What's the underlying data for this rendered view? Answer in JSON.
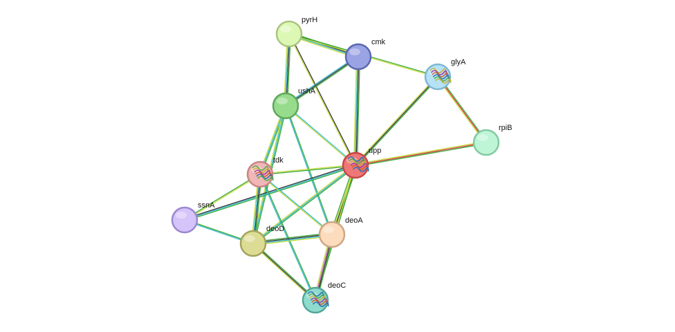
{
  "network": {
    "nodes": [
      {
        "id": "pyrH",
        "label": "pyrH",
        "fill": "#ddf8b4",
        "stroke": "#a9c47f",
        "structure": false
      },
      {
        "id": "cmk",
        "label": "cmk",
        "fill": "#9aa3e3",
        "stroke": "#5c67b0",
        "structure": false
      },
      {
        "id": "glyA",
        "label": "glyA",
        "fill": "#b6e2f5",
        "stroke": "#7fb7d4",
        "structure": true
      },
      {
        "id": "ushA",
        "label": "ushA",
        "fill": "#97dc8d",
        "stroke": "#5fa85a",
        "structure": false
      },
      {
        "id": "rpiB",
        "label": "rpiB",
        "fill": "#bdf5d6",
        "stroke": "#84c9a1",
        "structure": false
      },
      {
        "id": "upp",
        "label": "upp",
        "fill": "#ef7777",
        "stroke": "#c84646",
        "structure": true
      },
      {
        "id": "tdk",
        "label": "tdk",
        "fill": "#f1b6b6",
        "stroke": "#c98585",
        "structure": true
      },
      {
        "id": "ssnA",
        "label": "ssnA",
        "fill": "#d5c4fa",
        "stroke": "#9b87cf",
        "structure": false
      },
      {
        "id": "deoD",
        "label": "deoD",
        "fill": "#dcdc94",
        "stroke": "#a3a35b",
        "structure": false
      },
      {
        "id": "deoA",
        "label": "deoA",
        "fill": "#fcdcbd",
        "stroke": "#cda682",
        "structure": false
      },
      {
        "id": "deoC",
        "label": "deoC",
        "fill": "#8fdccf",
        "stroke": "#52a699",
        "structure": true
      }
    ],
    "edges": [
      {
        "source": "pyrH",
        "target": "cmk",
        "colors": [
          "#3aa83a",
          "#333333",
          "#2cb7c9",
          "#c6dc3c"
        ]
      },
      {
        "source": "pyrH",
        "target": "ushA",
        "colors": [
          "#3aa83a",
          "#333333",
          "#2cb7c9",
          "#c6dc3c"
        ]
      },
      {
        "source": "pyrH",
        "target": "upp",
        "colors": [
          "#333333",
          "#c6dc3c"
        ]
      },
      {
        "source": "pyrH",
        "target": "glyA",
        "colors": [
          "#3aa83a",
          "#c6dc3c"
        ]
      },
      {
        "source": "cmk",
        "target": "ushA",
        "colors": [
          "#3aa83a",
          "#333333",
          "#2cb7c9"
        ]
      },
      {
        "source": "cmk",
        "target": "upp",
        "colors": [
          "#3aa83a",
          "#333333",
          "#2cb7c9",
          "#c6dc3c"
        ]
      },
      {
        "source": "glyA",
        "target": "rpiB",
        "colors": [
          "#3aa83a",
          "#d03030",
          "#c6dc3c"
        ]
      },
      {
        "source": "glyA",
        "target": "upp",
        "colors": [
          "#3aa83a",
          "#333333",
          "#c6dc3c"
        ]
      },
      {
        "source": "rpiB",
        "target": "upp",
        "colors": [
          "#3aa83a",
          "#d03030",
          "#c6dc3c"
        ]
      },
      {
        "source": "ushA",
        "target": "upp",
        "colors": [
          "#2cb7c9",
          "#c6dc3c"
        ]
      },
      {
        "source": "ushA",
        "target": "tdk",
        "colors": [
          "#3aa83a",
          "#2cb7c9",
          "#c6dc3c"
        ]
      },
      {
        "source": "ushA",
        "target": "deoD",
        "colors": [
          "#3aa83a",
          "#2cb7c9",
          "#c6dc3c"
        ]
      },
      {
        "source": "ushA",
        "target": "deoA",
        "colors": [
          "#3aa83a",
          "#2cb7c9"
        ]
      },
      {
        "source": "upp",
        "target": "tdk",
        "colors": [
          "#3aa83a",
          "#c6dc3c"
        ]
      },
      {
        "source": "upp",
        "target": "ssnA",
        "colors": [
          "#3aa83a",
          "#2cb7c9",
          "#333333"
        ]
      },
      {
        "source": "upp",
        "target": "deoD",
        "colors": [
          "#3aa83a",
          "#2cb7c9",
          "#c6dc3c"
        ]
      },
      {
        "source": "upp",
        "target": "deoA",
        "colors": [
          "#3aa83a",
          "#333333",
          "#c6dc3c",
          "#3aa83a"
        ]
      },
      {
        "source": "upp",
        "target": "deoC",
        "colors": [
          "#3aa83a",
          "#c6dc3c"
        ]
      },
      {
        "source": "tdk",
        "target": "ssnA",
        "colors": [
          "#c6dc3c",
          "#3aa83a"
        ]
      },
      {
        "source": "tdk",
        "target": "deoD",
        "colors": [
          "#3aa83a",
          "#333333",
          "#2cb7c9",
          "#c6dc3c"
        ]
      },
      {
        "source": "tdk",
        "target": "deoA",
        "colors": [
          "#2cb7c9",
          "#c6dc3c"
        ]
      },
      {
        "source": "tdk",
        "target": "deoC",
        "colors": [
          "#3aa83a",
          "#2cb7c9"
        ]
      },
      {
        "source": "ssnA",
        "target": "deoD",
        "colors": [
          "#3aa83a",
          "#2cb7c9"
        ]
      },
      {
        "source": "deoD",
        "target": "deoA",
        "colors": [
          "#3aa83a",
          "#333333",
          "#2cb7c9",
          "#c6dc3c"
        ]
      },
      {
        "source": "deoD",
        "target": "deoC",
        "colors": [
          "#3aa83a",
          "#333333",
          "#c6dc3c"
        ]
      },
      {
        "source": "deoA",
        "target": "deoC",
        "colors": [
          "#3aa83a",
          "#333333",
          "#c45cc4",
          "#c6dc3c"
        ]
      }
    ]
  }
}
